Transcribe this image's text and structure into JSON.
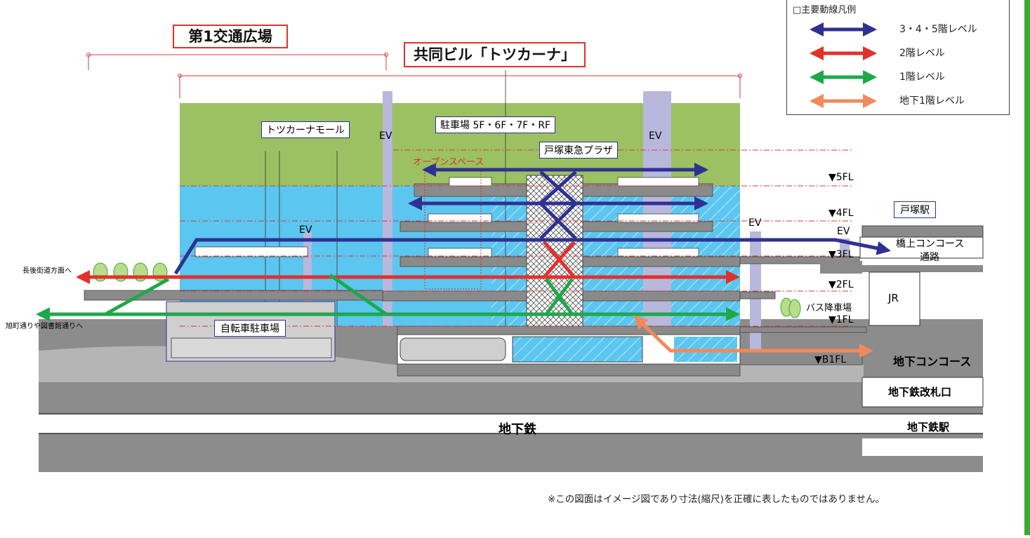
{
  "titles": {
    "plaza": "第1交通広場",
    "building": "共同ビル「トツカーナ」"
  },
  "labels": {
    "mall": "トツカーナモール",
    "parking": "駐車場 5F・6F・7F・RF",
    "tokyu": "戸塚東急プラザ",
    "open_space": "オープンスペース",
    "ev": "EV",
    "bicycle": "自転車駐車場",
    "station": "戸塚駅",
    "concourse_bridge": "橋上コンコース",
    "passage": "通路",
    "jr": "JR",
    "bus": "バス降車場",
    "underground_concourse": "地下コンコース",
    "subway_gate": "地下鉄改札口",
    "subway": "地下鉄",
    "subway_station": "地下鉄駅",
    "to_nagoshi": "長後街道方面へ",
    "to_asahi": "旭町通りや図書館通りへ"
  },
  "floors": [
    "▼5FL",
    "▼4FL",
    "▼3FL",
    "▼2FL",
    "▼1FL",
    "▼B1FL"
  ],
  "legend": {
    "title": "□主要動線凡例",
    "items": [
      {
        "label": "3・4・5階レベル",
        "color": "#2e3192"
      },
      {
        "label": "2階レベル",
        "color": "#e0322c"
      },
      {
        "label": "1階レベル",
        "color": "#1ea84a"
      },
      {
        "label": "地下1階レベル",
        "color": "#f08a5d"
      }
    ]
  },
  "footnote": "※この図面はイメージ図であり寸法(縮尺)を正確に表したものではありません。"
}
